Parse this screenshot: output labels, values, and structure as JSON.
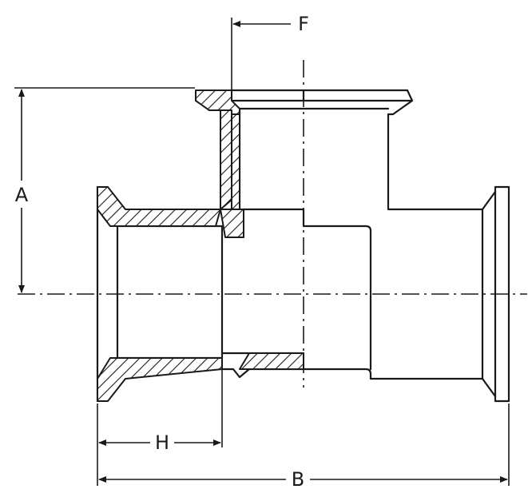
{
  "dimensions": {
    "A": "A",
    "B": "B",
    "F": "F",
    "H": "H"
  }
}
